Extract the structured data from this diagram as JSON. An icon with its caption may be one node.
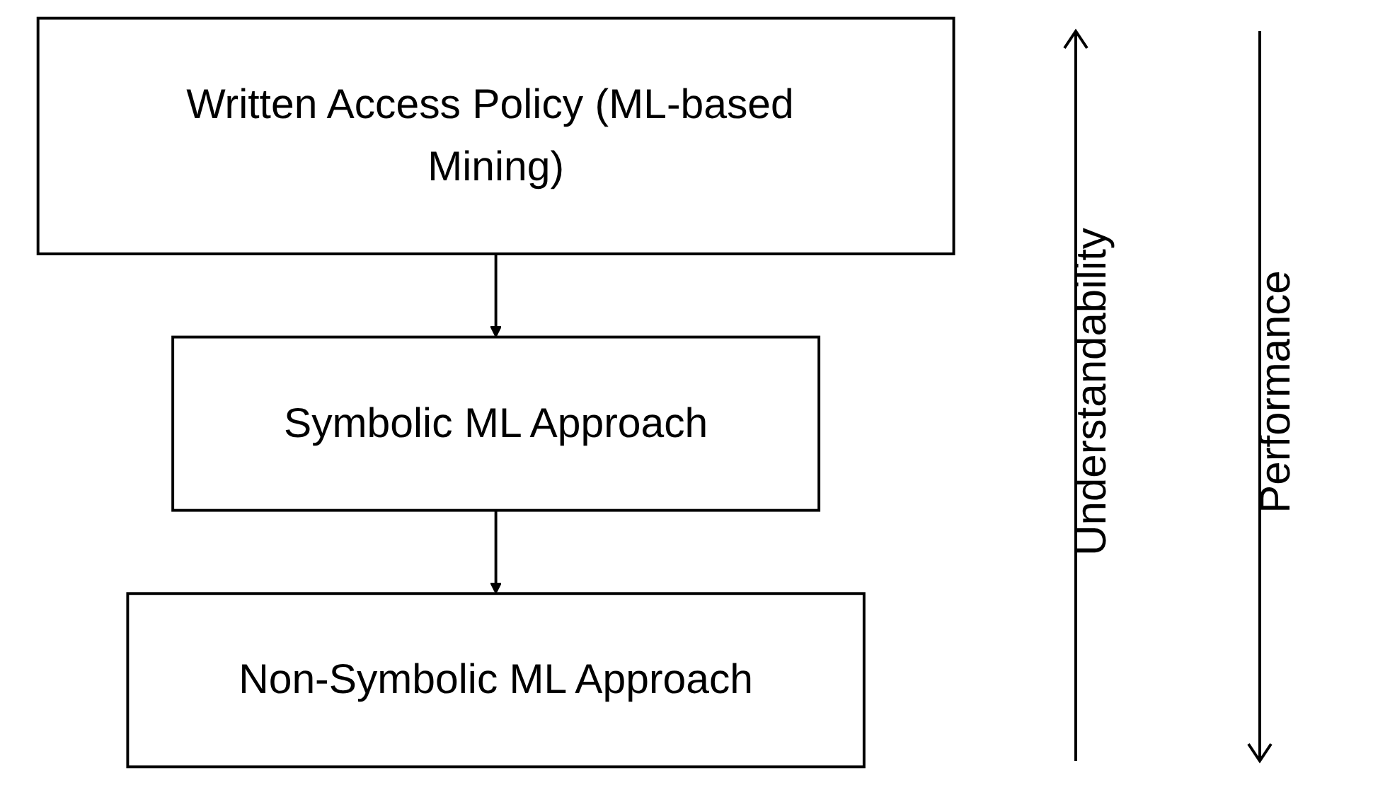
{
  "diagram": {
    "nodes": [
      {
        "text": [
          "Written Access Policy (ML-based Mining)"
        ]
      },
      {
        "text": [
          "Symbolic ML Approach"
        ]
      },
      {
        "text": [
          "Non-Symbolic ML Approach"
        ]
      }
    ],
    "edges": [
      {
        "from": 0,
        "to": 1,
        "arrow": "to"
      },
      {
        "from": 1,
        "to": 2,
        "arrow": "to"
      }
    ],
    "labels": [
      "Understandability",
      "Performance"
    ]
  }
}
